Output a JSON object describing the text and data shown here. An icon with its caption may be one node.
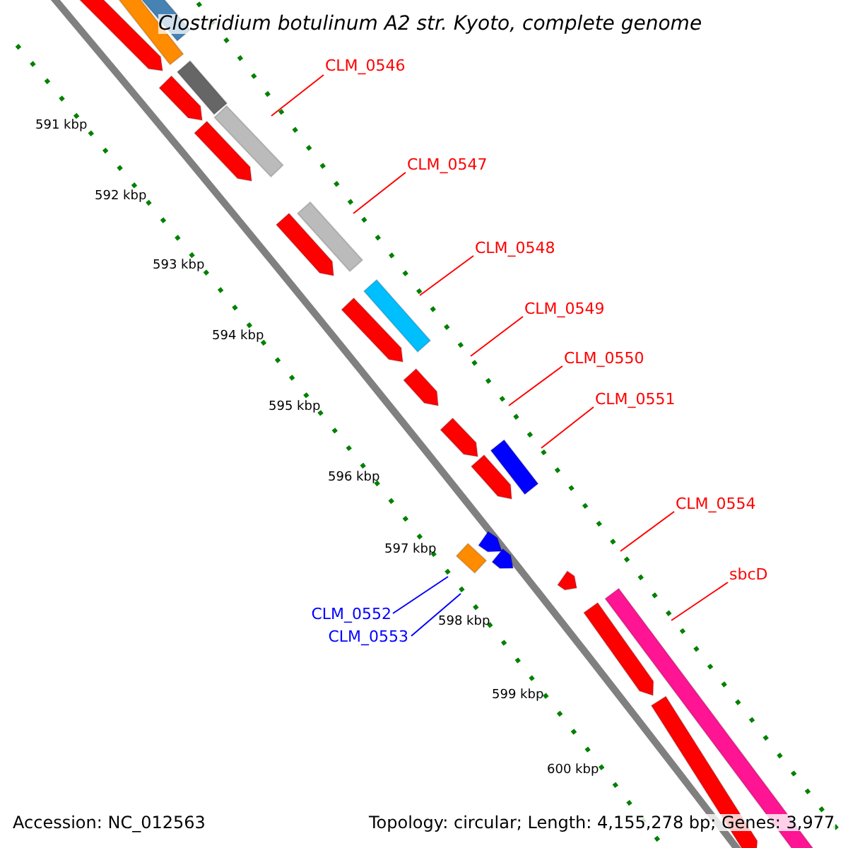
{
  "diagram": {
    "title": "Clostridium botulinum A2 str. Kyoto, complete genome",
    "nodes": [
      {
        "text": [
          "CLM_0546"
        ]
      },
      {
        "text": [
          "CLM_0547"
        ]
      },
      {
        "text": [
          "CLM_0548"
        ]
      },
      {
        "text": [
          "CLM_0549"
        ]
      },
      {
        "text": [
          "CLM_0550"
        ]
      },
      {
        "text": [
          "CLM_0551"
        ]
      },
      {
        "text": [
          "CLM_0554"
        ]
      },
      {
        "text": [
          "sbcD"
        ]
      },
      {
        "text": [
          "CLM_0552"
        ]
      },
      {
        "text": [
          "CLM_0553"
        ]
      }
    ],
    "edges": [
      {
        "from": 0,
        "to": null,
        "arrow": "none"
      },
      {
        "from": 1,
        "to": null,
        "arrow": "none"
      },
      {
        "from": 2,
        "to": null,
        "arrow": "none"
      },
      {
        "from": 3,
        "to": null,
        "arrow": "none"
      },
      {
        "from": 4,
        "to": null,
        "arrow": "none"
      },
      {
        "from": 5,
        "to": null,
        "arrow": "none"
      },
      {
        "from": 6,
        "to": null,
        "arrow": "none"
      },
      {
        "from": 7,
        "to": null,
        "arrow": "none"
      },
      {
        "from": 8,
        "to": null,
        "arrow": "none",
        "color": "#0000ff"
      },
      {
        "from": 9,
        "to": null,
        "arrow": "none",
        "color": "#0000ff"
      }
    ],
    "labels": [
      "591 kbp",
      "592 kbp",
      "593 kbp",
      "594 kbp",
      "595 kbp",
      "596 kbp",
      "597 kbp",
      "598 kbp",
      "599 kbp",
      "600 kbp",
      "Accession: NC_012563",
      "Topology: circular; Length: 4,155,278 bp; Genes: 3,977"
    ]
  }
}
